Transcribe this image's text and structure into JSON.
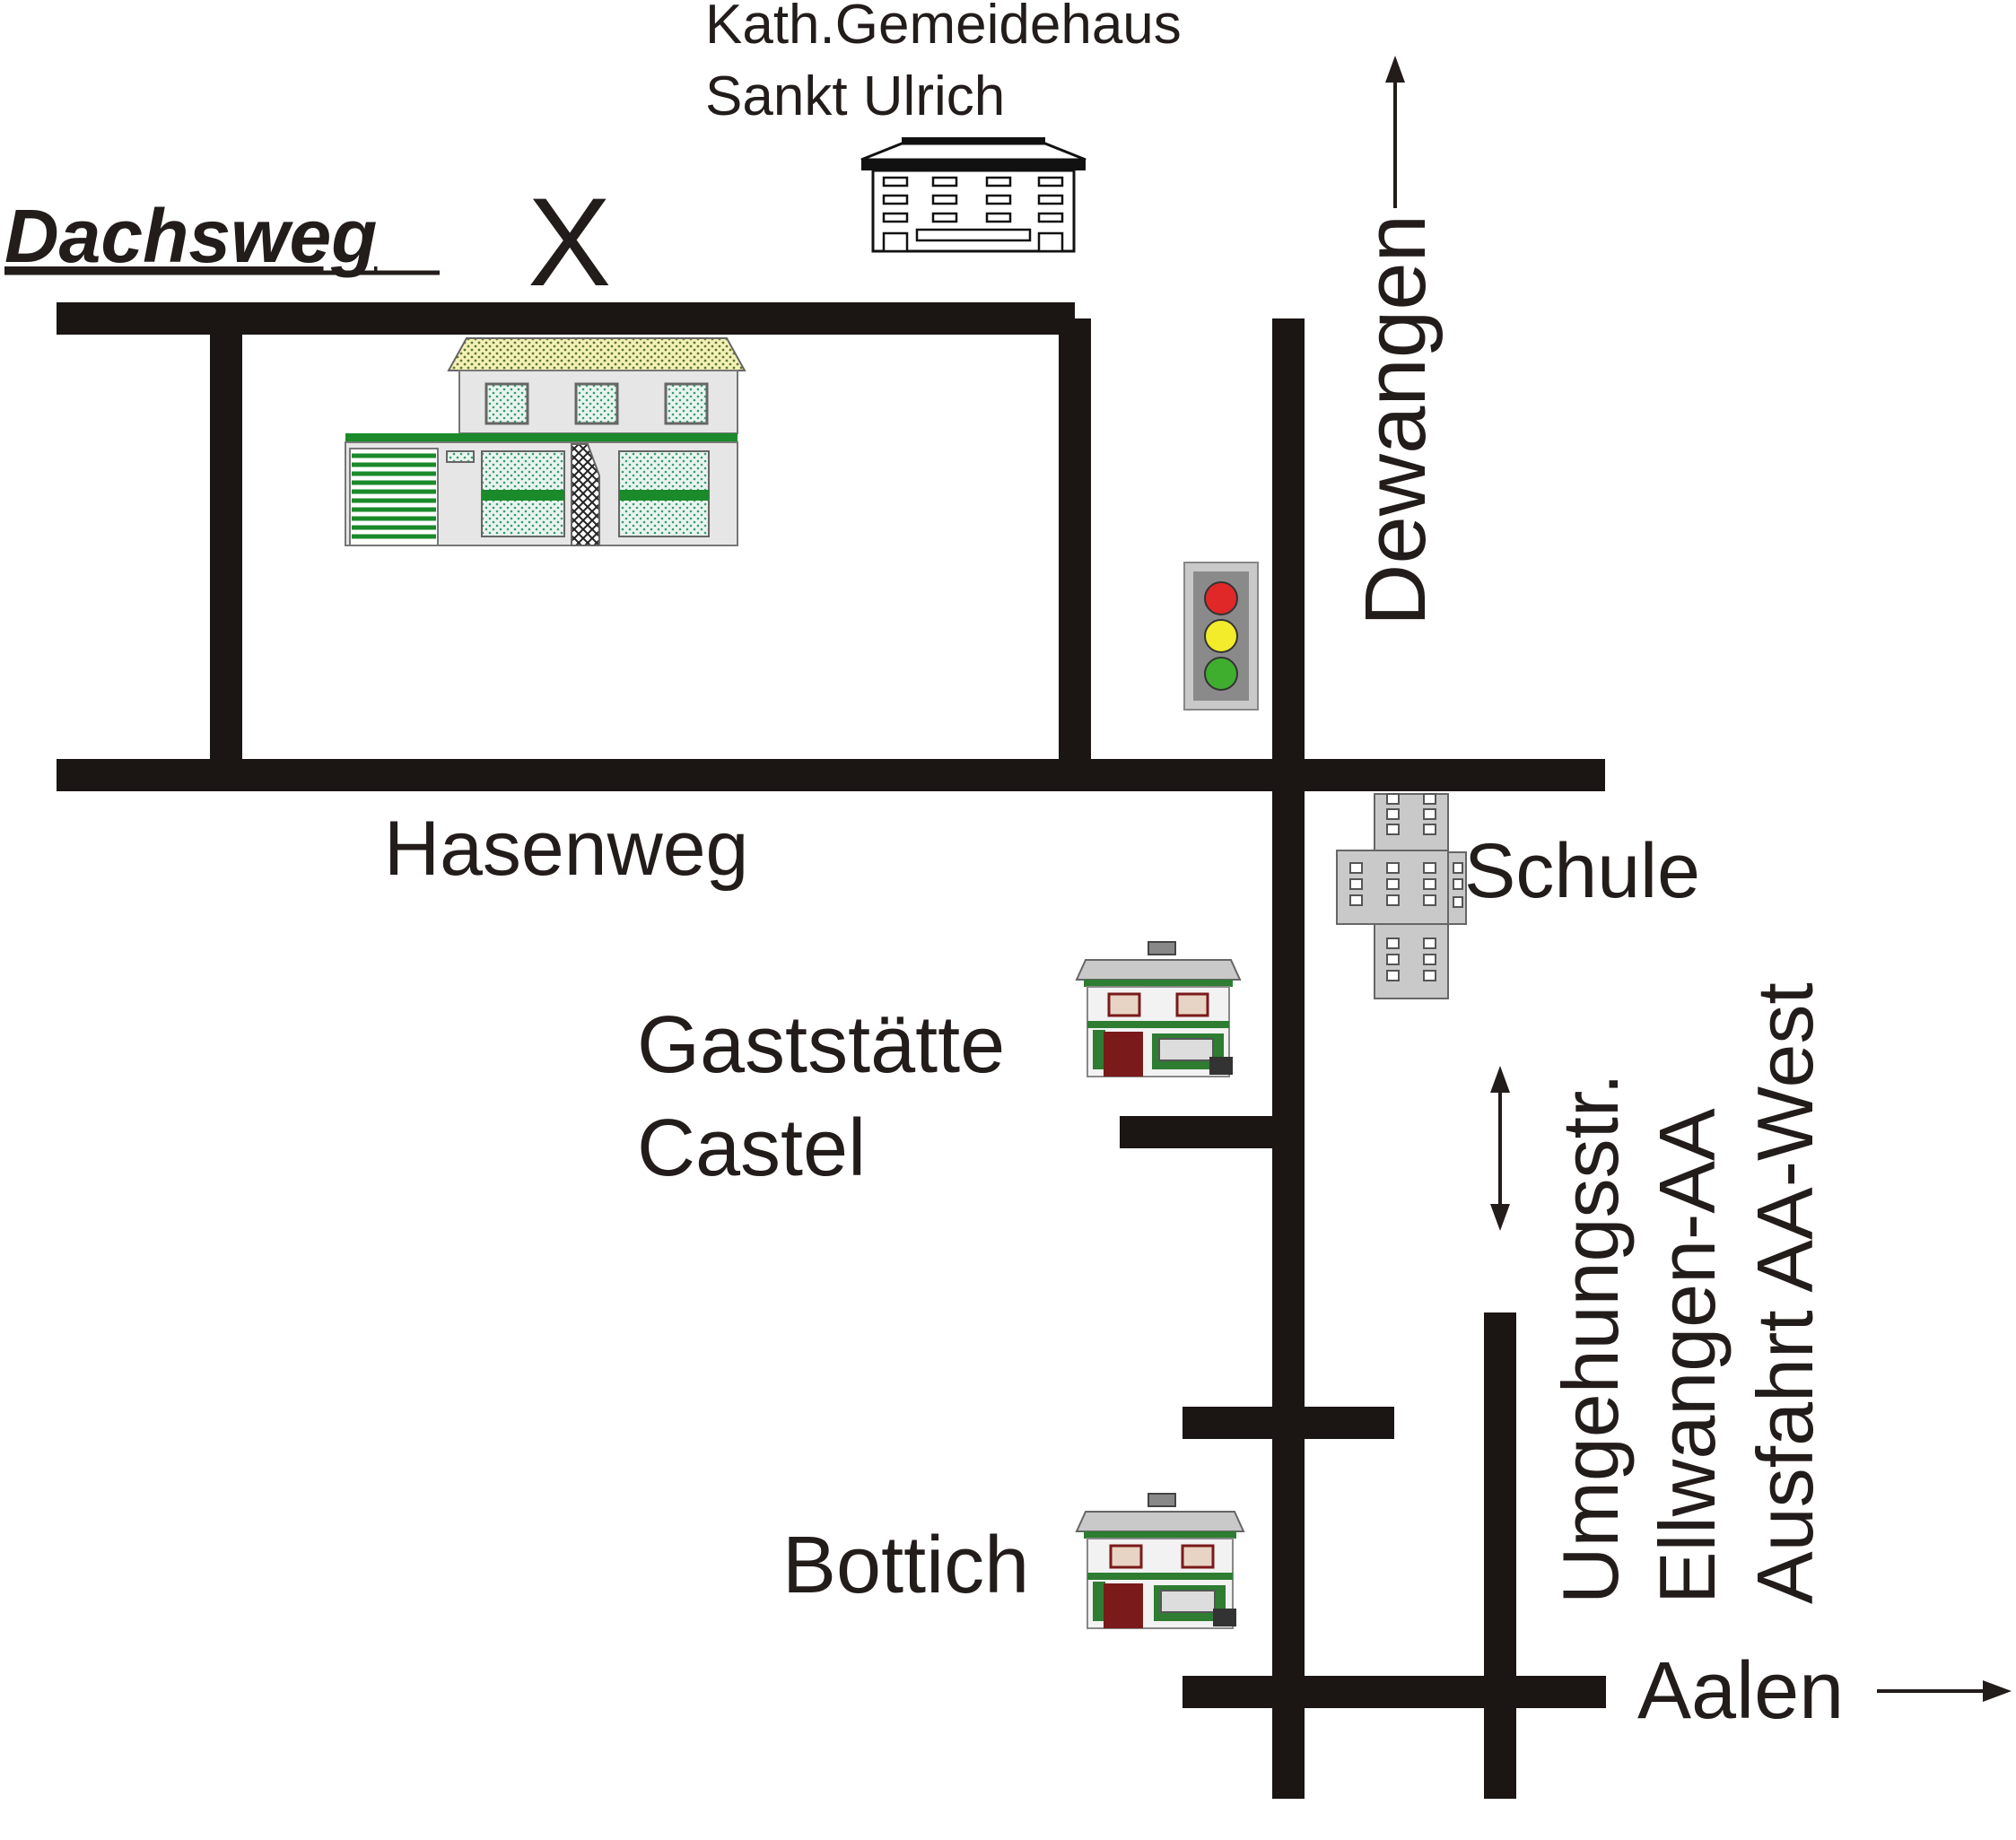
{
  "map": {
    "labels": {
      "street_top": "Dachsweg",
      "target_marker": "X",
      "church_hall_line1": "Kath.Gemeidehaus",
      "church_hall_line2": "Sankt Ulrich",
      "direction_north": "Dewangen",
      "street_middle": "Hasenweg",
      "school": "Schule",
      "inn_line1": "Gaststätte",
      "inn_line2": "Castel",
      "bypass_line1": "Umgehungsstr.",
      "bypass_line2": "Ellwangen-AA",
      "bypass_line3": "Ausfahrt AA-West",
      "restaurant": "Bottich",
      "direction_east": "Aalen"
    },
    "icons": [
      "building-icon",
      "house-icon",
      "traffic-light-icon",
      "school-building-icon",
      "inn-icon",
      "restaurant-icon",
      "arrow-up-icon",
      "arrow-right-icon",
      "double-arrow-icon"
    ],
    "colors": {
      "road": "#1b1514",
      "text": "#221c1b",
      "house_trim": "#1a8a2a",
      "light_red": "#e02828",
      "light_yellow": "#f2ec2a",
      "light_green": "#3fae2f",
      "building_gray": "#c9c9c9",
      "inn_green": "#2e7d32",
      "inn_door": "#7a1a1a"
    }
  }
}
